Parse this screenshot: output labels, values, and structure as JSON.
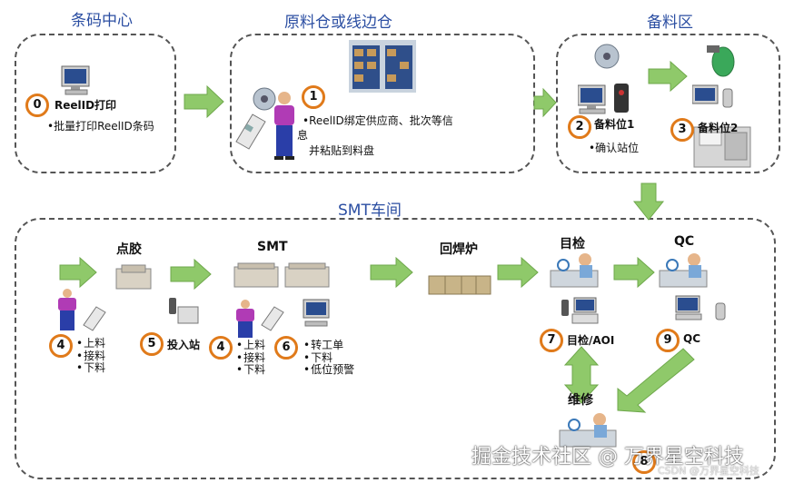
{
  "sections": {
    "barcode_center": "条码中心",
    "raw_material": "原料仓或线边仓",
    "staging_area": "备料区",
    "smt_workshop": "SMT车间"
  },
  "steps": {
    "s0": {
      "num": "0",
      "title": "ReelID打印",
      "desc": "•批量打印ReelID条码"
    },
    "s1": {
      "num": "1",
      "line1": "•ReelID绑定供应商、批次等信",
      "line2": "息",
      "line3": "并粘贴到料盘"
    },
    "s2": {
      "num": "2",
      "title": "备料位1",
      "desc": "•确认站位"
    },
    "s3": {
      "num": "3",
      "title": "备料位2"
    },
    "s4a": {
      "num": "4",
      "items": [
        "上料",
        "接料",
        "下料"
      ]
    },
    "s5": {
      "num": "5",
      "title": "投入站"
    },
    "s4b": {
      "num": "4",
      "items": [
        "上料",
        "接料",
        "下料"
      ]
    },
    "s6": {
      "num": "6",
      "items": [
        "转工单",
        "下料",
        "低位预警"
      ]
    },
    "s7": {
      "num": "7",
      "title": "目检/AOI"
    },
    "s9": {
      "num": "9",
      "title": "QC"
    },
    "s8": {
      "num": "8"
    }
  },
  "stages": {
    "dispensing": "点胶",
    "smt": "SMT",
    "reflow": "回焊炉",
    "visual_inspection": "目检",
    "qc": "QC",
    "repair": "维修"
  },
  "watermark": {
    "main": "掘金技术社区 @ 万界星空科技",
    "small": "CSDN @万界星空科技"
  },
  "colors": {
    "arrow_fill": "#8fc96a",
    "arrow_stroke": "#6fa84c",
    "title_blue": "#2b4ea2",
    "badge_orange": "#e07a1a"
  }
}
